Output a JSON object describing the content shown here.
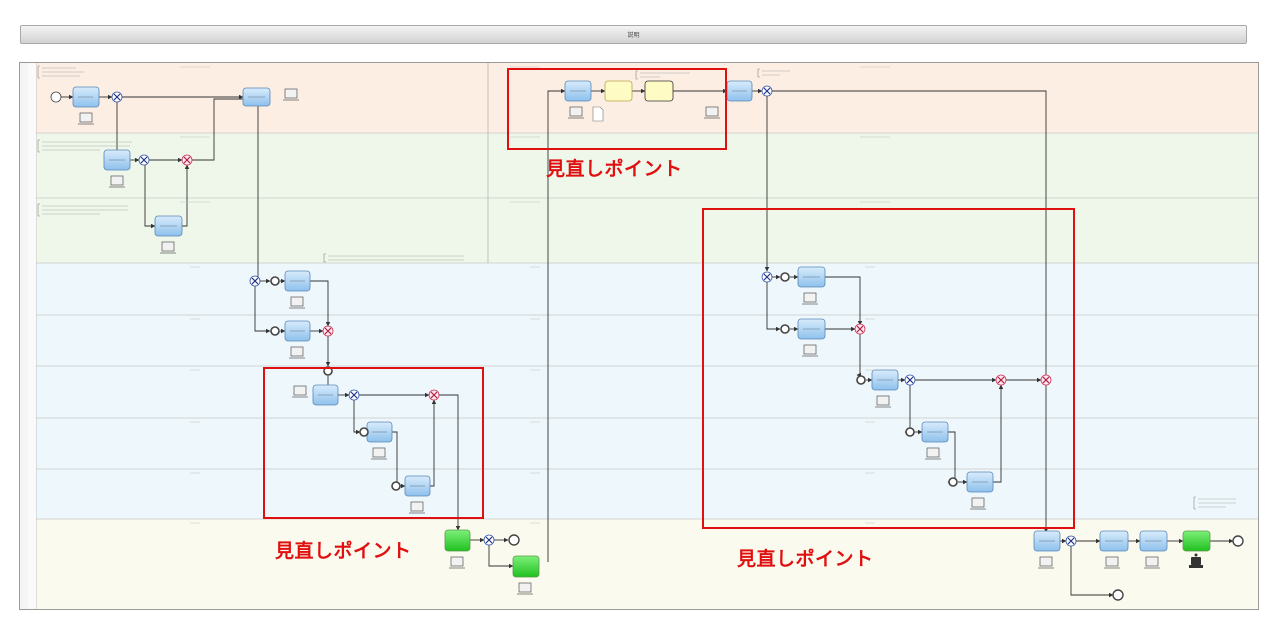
{
  "title_bar": {
    "label": "説明"
  },
  "callouts": [
    {
      "id": "top",
      "label": "見直しポイント"
    },
    {
      "id": "bottom-left",
      "label": "見直しポイント"
    },
    {
      "id": "bottom-right",
      "label": "見直しポイント"
    }
  ],
  "colors": {
    "callout": "#e01010",
    "task_fill": "#a8d0f0",
    "task_stroke": "#5a88b8",
    "auto_task_fill": "#39d43a",
    "note_fill": "#fffbc4",
    "gateway_x": "#3355aa",
    "gateway_merge": "#cc3355"
  }
}
